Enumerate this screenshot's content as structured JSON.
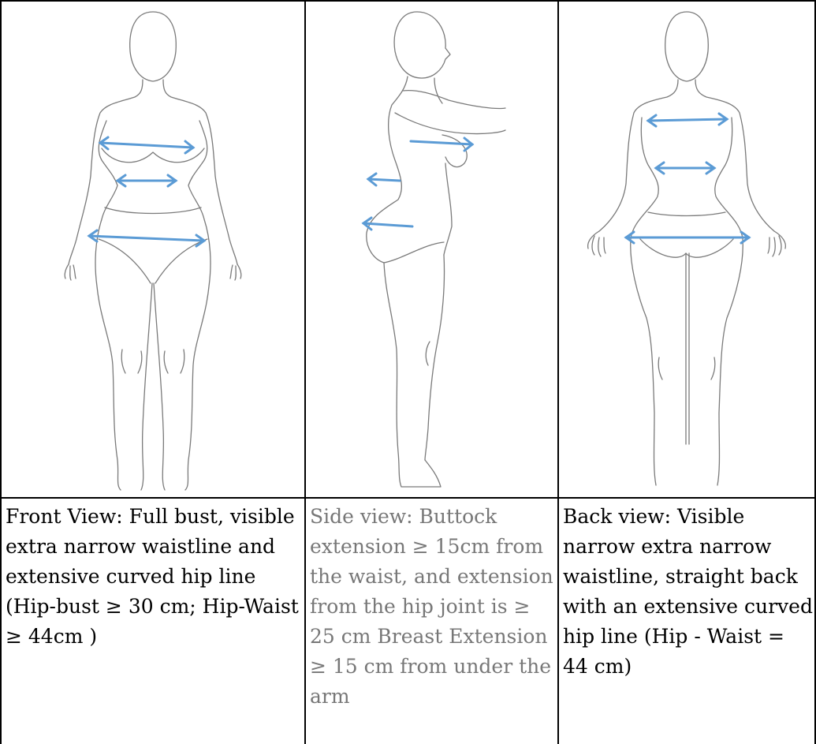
{
  "figures": [
    {
      "view": "front",
      "caption": "Front View: Full bust, visible extra narrow waistline and extensive curved hip line (Hip-bust ≥ 30 cm; Hip-Waist ≥ 44cm )"
    },
    {
      "view": "side",
      "caption": "Side view: Buttock extension ≥ 15cm from the waist, and extension from the hip joint is  ≥ 25 cm Breast Extension ≥ 15 cm from under the arm"
    },
    {
      "view": "back",
      "caption": "Back view: Visible narrow extra narrow waistline, straight back with an extensive curved hip line (Hip - Waist = 44 cm)"
    }
  ],
  "colors": {
    "arrow": "#5b9bd5",
    "outline": "#7a7a7a",
    "side_caption_text": "#777777",
    "grid": "#000000"
  }
}
